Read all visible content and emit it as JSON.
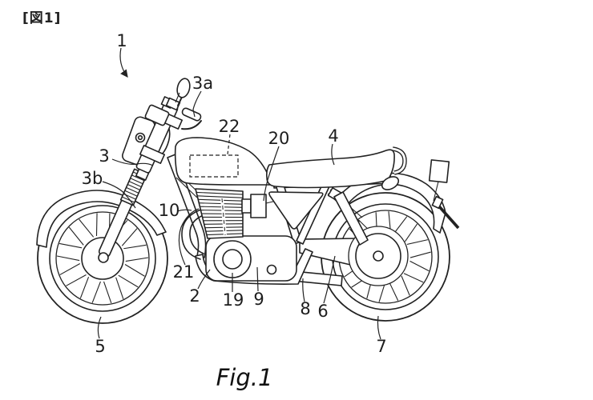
{
  "figure": {
    "header": "[図1]",
    "caption": "Fig.1",
    "colors": {
      "ink": "#222222",
      "background": "#ffffff"
    }
  },
  "labels": {
    "n1": "1",
    "n2": "2",
    "n3": "3",
    "n3a": "3a",
    "n3b": "3b",
    "n4": "4",
    "n5": "5",
    "n6": "6",
    "n7": "7",
    "n8": "8",
    "n9": "9",
    "n10": "10",
    "n19": "19",
    "n20": "20",
    "n21": "21",
    "n22": "22"
  }
}
